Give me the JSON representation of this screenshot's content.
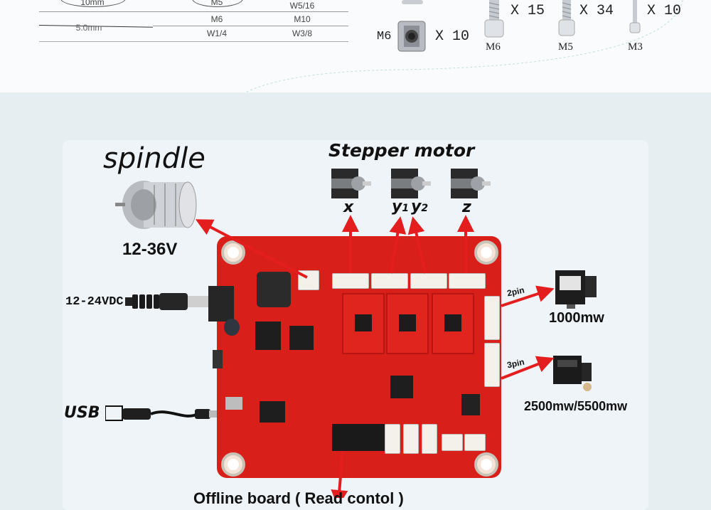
{
  "top_section": {
    "size_table": {
      "row1": {
        "col1": "10mm",
        "col3": "W5/16"
      },
      "row2": {
        "col2": "M6",
        "col3": "M10"
      },
      "row3": {
        "col1": "5.0mm",
        "col2": "W1/4",
        "col3": "W3/8"
      },
      "row0_partial": {
        "col2": "M5"
      }
    },
    "hardware": {
      "tnut": {
        "label": "M6",
        "qty": "X 10"
      },
      "screw_m6": {
        "qty": "X 15",
        "label": "M6"
      },
      "screw_m5": {
        "qty": "X 34",
        "label": "M5"
      },
      "screw_m3": {
        "qty": "X 10",
        "label": "M3"
      }
    }
  },
  "diagram": {
    "spindle_title": "spindle",
    "spindle_voltage": "12-36V",
    "stepper_title": "Stepper motor",
    "axes": {
      "x": "x",
      "y1": "y",
      "y1_sub": "1",
      "y2": "y",
      "y2_sub": "2",
      "z": "z"
    },
    "dc_input": "12-24VDC",
    "usb": "USB",
    "laser_2pin": "2pin",
    "laser_3pin": "3pin",
    "laser_1_power": "1000mw",
    "laser_2_power": "2500mw/5500mw",
    "offline_caption": "Offline board ( Read contol )"
  },
  "colors": {
    "pcb": "#d91f1a",
    "arrow": "#e41e1e",
    "background": "#e6eef1"
  }
}
